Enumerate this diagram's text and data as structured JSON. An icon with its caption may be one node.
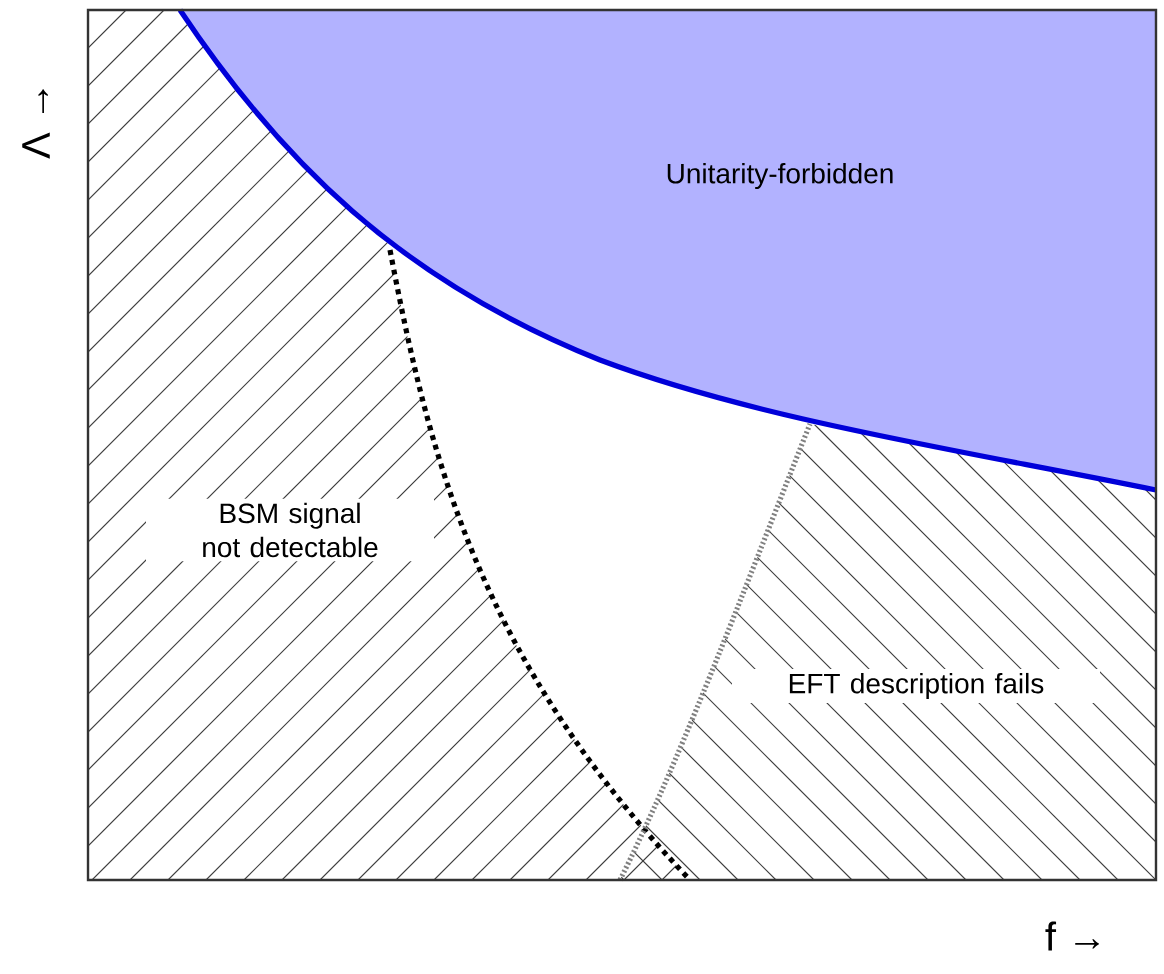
{
  "diagram": {
    "nodes": [
      {
        "text": [
          "Unitarity-forbidden"
        ]
      },
      {
        "text": [
          "BSM signal not detectable"
        ]
      },
      {
        "text": [
          "EFT description fails"
        ]
      }
    ],
    "labels": [
      "Λ →",
      "f →"
    ]
  }
}
